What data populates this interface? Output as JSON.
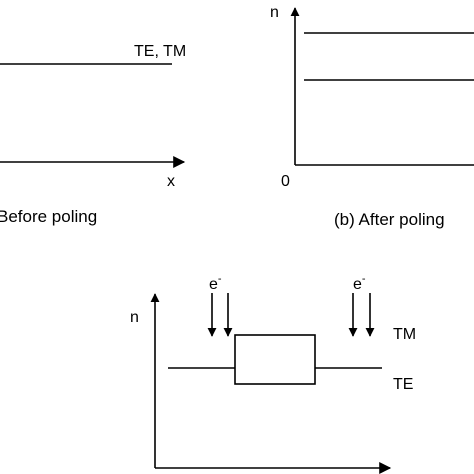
{
  "panel_a": {
    "line_label": "TE, TM",
    "x_axis_label": "x",
    "caption": "Before poling"
  },
  "panel_b": {
    "y_axis_label": "n",
    "origin_label": "0",
    "caption": "(b) After poling"
  },
  "panel_c": {
    "y_axis_label": "n",
    "electron_label": "e",
    "electron_sup": "-",
    "upper_label": "TM",
    "lower_label": "TE"
  }
}
